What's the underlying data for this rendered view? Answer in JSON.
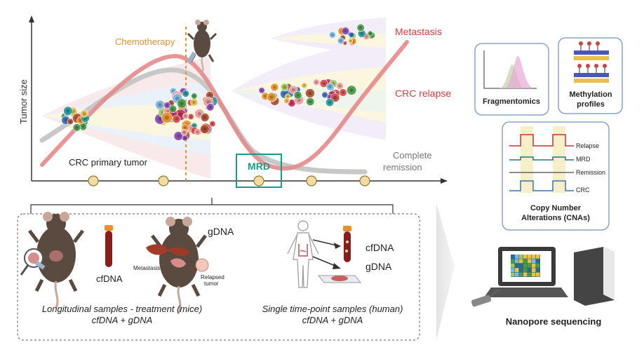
{
  "plot": {
    "y_axis_label": "Tumor size",
    "events": {
      "chemotherapy": "Chemotherapy",
      "metastasis": "Metastasis",
      "crc_relapse": "CRC relapse",
      "crc_primary_tumor": "CRC primary tumor",
      "mrd": "MRD",
      "complete_remission_line1": "Complete",
      "complete_remission_line2": "remission"
    },
    "colors": {
      "relapse_curve": "#e58a8a",
      "remission_curve": "#c8c8c8",
      "chemo_line": "#e8912a",
      "mrd_box": "#1a9a8a",
      "timepoint": "#f3dca0",
      "red_text": "#d0413f"
    }
  },
  "samples": {
    "cfdna_mouse": "cfDNA",
    "gdna_mouse": "gDNA",
    "metastasis_label": "Metastasis",
    "relapsed_tumor_line1": "Relapsed",
    "relapsed_tumor_line2": "tumor",
    "cfdna_human": "cfDNA",
    "gdna_human": "gDNA",
    "mice_caption_line1": "Longitudinal samples - treatment (mice)",
    "mice_caption_line2": "cfDNA + gDNA",
    "human_caption_line1": "Single time-point samples (human)",
    "human_caption_line2": "cfDNA + gDNA"
  },
  "analysis": {
    "fragmentomics": "Fragmentomics",
    "methylation_line1": "Methylation",
    "methylation_line2": "profiles",
    "cna_tracks": [
      "Relapse",
      "MRD",
      "Remission",
      "CRC"
    ],
    "cna_title_line1": "Copy Number",
    "cna_title_line2": "Alterations (CNAs)",
    "sequencing": "Nanopore sequencing"
  }
}
